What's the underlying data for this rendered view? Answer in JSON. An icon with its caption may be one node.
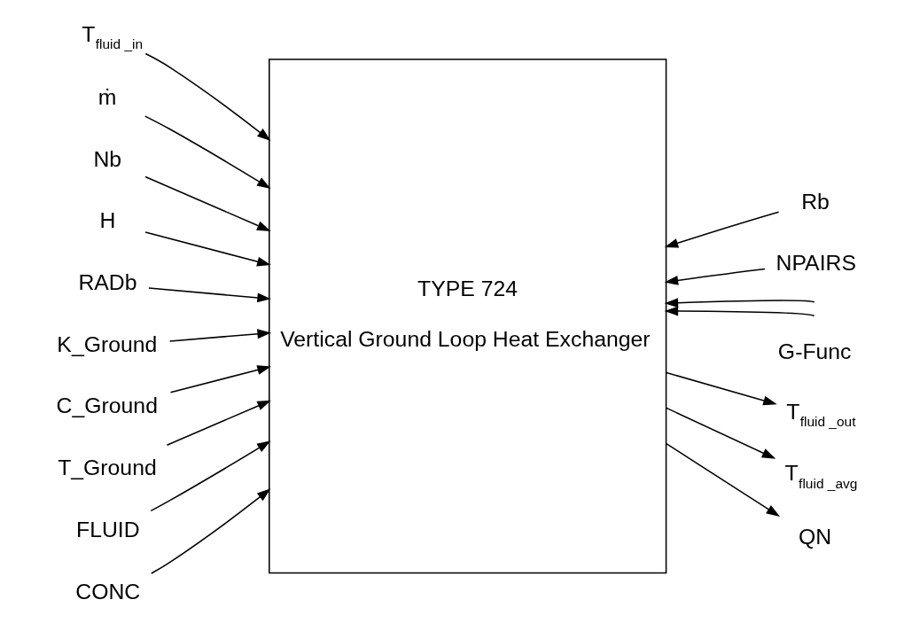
{
  "diagram": {
    "nodes": [
      {
        "text": [
          "T$_{fluid _in}$"
        ]
      },
      {
        "text": [
          "ṁ"
        ]
      },
      {
        "text": [
          "TYPE 724",
          "Vertical Ground Loop Heat Exchanger"
        ]
      },
      {
        "text": [
          "Nb"
        ]
      },
      {
        "text": [
          "H"
        ]
      },
      {
        "text": [
          "RADb"
        ]
      },
      {
        "text": [
          "K_Ground"
        ]
      },
      {
        "text": [
          "C_Ground"
        ]
      },
      {
        "text": [
          "T_Ground"
        ]
      },
      {
        "text": [
          "FLUID"
        ]
      },
      {
        "text": [
          "CONC"
        ]
      },
      {
        "text": [
          "Rb"
        ]
      },
      {
        "text": [
          "NPAIRS"
        ]
      },
      {
        "text": [
          "T$_{fluid _out}$"
        ]
      },
      {
        "text": [
          "T$_{fluid _avg}$"
        ]
      },
      {
        "text": [
          "QN"
        ]
      }
    ],
    "edges": [
      {
        "from": 0,
        "to": 2,
        "arrow": "to"
      },
      {
        "from": 1,
        "to": 2,
        "arrow": "to"
      },
      {
        "from": 3,
        "to": 2,
        "arrow": "to"
      },
      {
        "from": 4,
        "to": 2,
        "arrow": "to"
      },
      {
        "from": 5,
        "to": 2,
        "arrow": "to"
      },
      {
        "from": 6,
        "to": 2,
        "arrow": "to"
      },
      {
        "from": 7,
        "to": 2,
        "arrow": "to"
      },
      {
        "from": 8,
        "to": 2,
        "arrow": "to"
      },
      {
        "from": 9,
        "to": 2,
        "arrow": "to"
      },
      {
        "from": 10,
        "to": 2,
        "arrow": "to"
      },
      {
        "from": 11,
        "to": 2,
        "arrow": "to"
      },
      {
        "from": 12,
        "to": 2,
        "arrow": "to"
      },
      {
        "from": null,
        "to": 2,
        "arrow": "to"
      },
      {
        "from": null,
        "to": 2,
        "arrow": "to"
      },
      {
        "from": 2,
        "to": 13,
        "arrow": "to"
      },
      {
        "from": 2,
        "to": 14,
        "arrow": "to"
      },
      {
        "from": 2,
        "to": 15,
        "arrow": "to"
      }
    ],
    "labels": [
      "G-Func"
    ]
  }
}
